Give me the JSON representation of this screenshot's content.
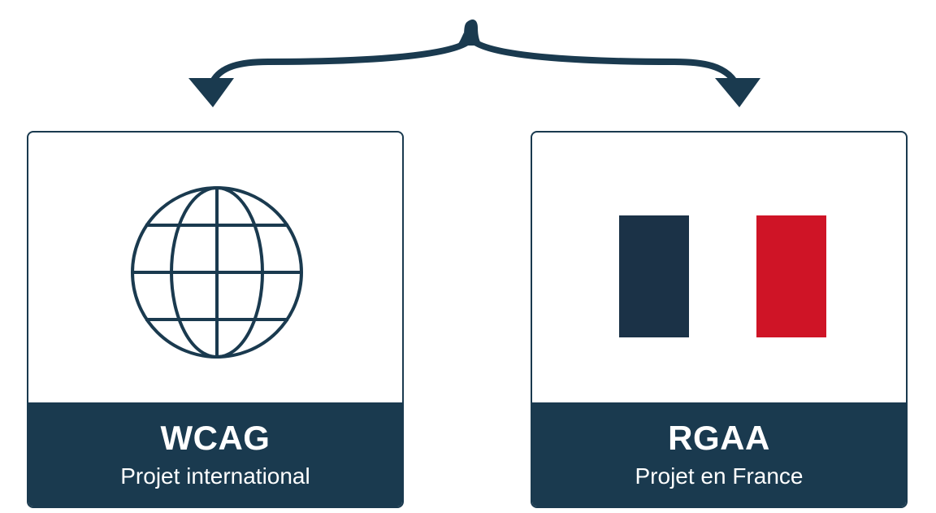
{
  "cards": [
    {
      "title": "WCAG",
      "subtitle": "Projet international",
      "icon": "globe-icon"
    },
    {
      "title": "RGAA",
      "subtitle": "Projet en France",
      "icon": "french-flag-icon"
    }
  ],
  "colors": {
    "navy": "#1a3a4f",
    "flag_blue": "#1b3247",
    "flag_red": "#cf1426",
    "background": "#ffffff"
  }
}
